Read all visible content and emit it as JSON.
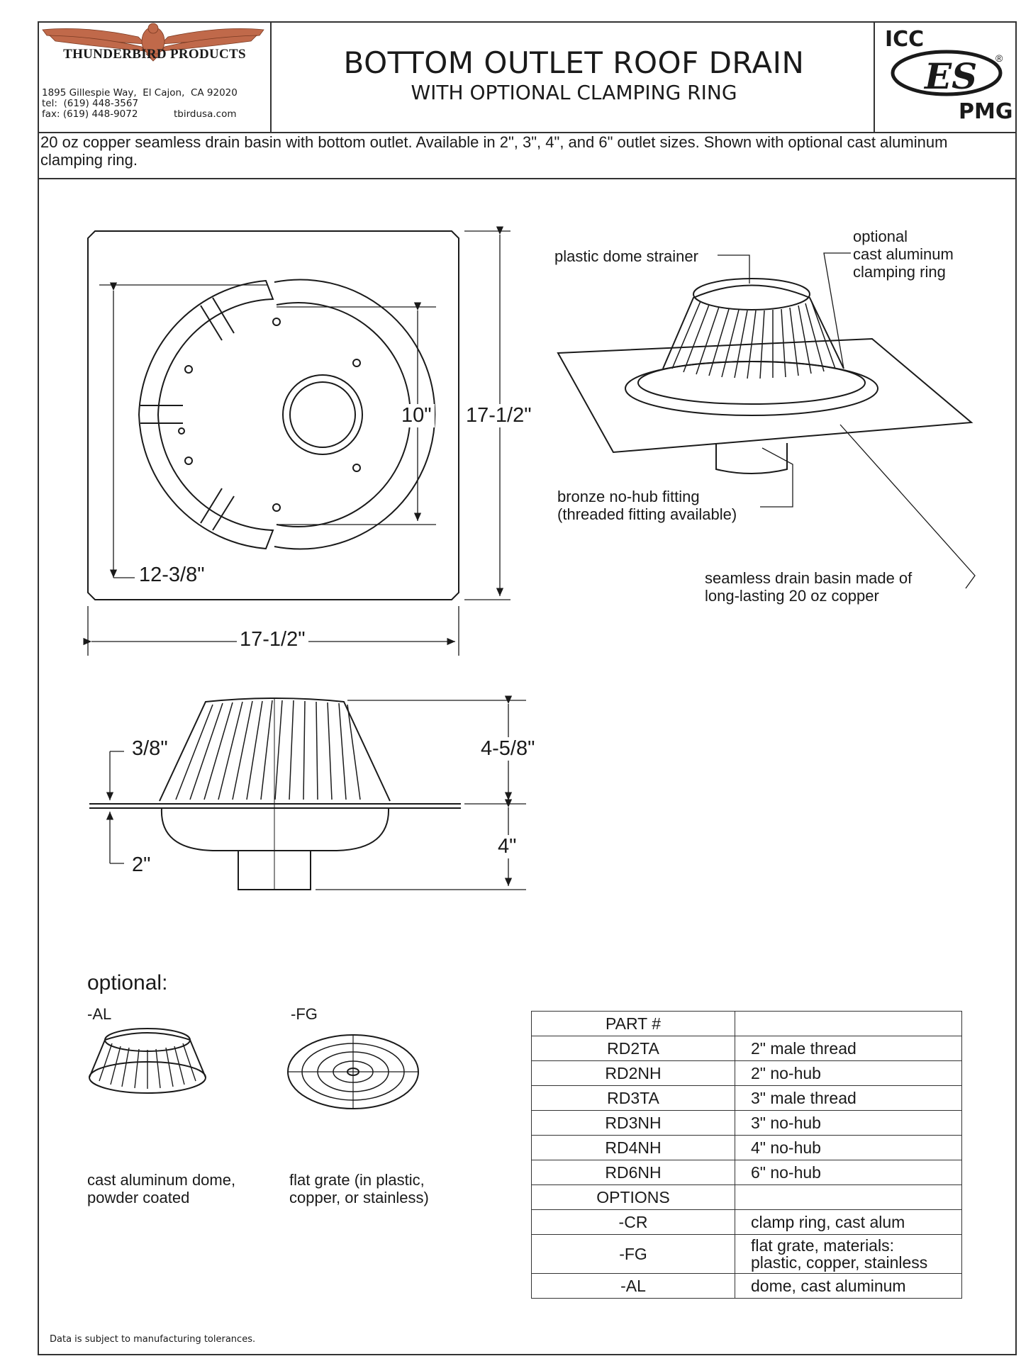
{
  "header": {
    "company": "THUNDERBIRD PRODUCTS",
    "address_line1": "1895 Gillespie Way,  El Cajon,  CA 92020",
    "address_line2": "tel:  (619) 448-3567",
    "address_line3": "fax: (619) 448-9072",
    "website": "tbirdusa.com",
    "title": "BOTTOM OUTLET ROOF DRAIN",
    "subtitle": "WITH OPTIONAL CLAMPING RING",
    "cert_top": "ICC",
    "cert_mid": "ES",
    "cert_bottom": "PMG",
    "cert_reg": "®"
  },
  "description": "20 oz copper seamless drain basin with bottom outlet. Available in 2\", 3\", 4\", and 6\" outlet sizes. Shown with optional cast aluminum clamping ring.",
  "plan_view": {
    "dim_inner": "12-3/8\"",
    "dim_ring": "10\"",
    "dim_height": "17-1/2\"",
    "dim_width": "17-1/2\""
  },
  "iso_view": {
    "label_strainer": "plastic dome strainer",
    "label_ring_1": "optional",
    "label_ring_2": "cast aluminum",
    "label_ring_3": "clamping ring",
    "label_fitting_1": "bronze no-hub fitting",
    "label_fitting_2": "(threaded fitting available)",
    "label_basin_1": "seamless drain basin made of",
    "label_basin_2": "long-lasting 20 oz copper"
  },
  "side_view": {
    "dim_flange": "3/8\"",
    "dim_dome": "4-5/8\"",
    "dim_outlet": "2\"",
    "dim_basin": "4\""
  },
  "optional": {
    "title": "optional:",
    "al_code": "-AL",
    "fg_code": "-FG",
    "al_desc_1": "cast aluminum dome,",
    "al_desc_2": "powder coated",
    "fg_desc_1": "flat grate (in plastic,",
    "fg_desc_2": "copper, or stainless)"
  },
  "parts_table": {
    "header": "PART #",
    "rows": [
      {
        "part": "RD2TA",
        "desc": "2\" male thread"
      },
      {
        "part": "RD2NH",
        "desc": "2\" no-hub"
      },
      {
        "part": "RD3TA",
        "desc": "3\" male thread"
      },
      {
        "part": "RD3NH",
        "desc": "3\" no-hub"
      },
      {
        "part": "RD4NH",
        "desc": "4\" no-hub"
      },
      {
        "part": "RD6NH",
        "desc": "6\" no-hub"
      }
    ],
    "options_header": "OPTIONS",
    "options": [
      {
        "part": "-CR",
        "desc_1": "clamp ring, cast alum",
        "desc_2": ""
      },
      {
        "part": "-FG",
        "desc_1": "flat grate, materials:",
        "desc_2": "plastic, copper, stainless"
      },
      {
        "part": "-AL",
        "desc_1": "dome, cast aluminum",
        "desc_2": ""
      }
    ]
  },
  "footer": "Data is subject to manufacturing tolerances.",
  "colors": {
    "ink": "#1a1a1a",
    "logo": "#c0694a",
    "frame": "#333333"
  }
}
